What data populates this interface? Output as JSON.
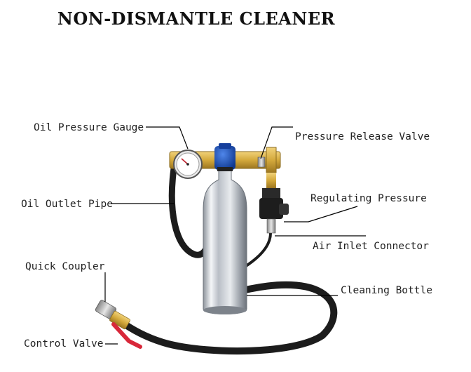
{
  "title": "NON-DISMANTLE CLEANER",
  "labels": {
    "oil_pressure_gauge": "Oil Pressure Gauge",
    "pressure_release_valve": "Pressure Release Valve",
    "regulating_pressure": "Regulating Pressure",
    "oil_outlet_pipe": "Oil Outlet Pipe",
    "air_inlet_connector": "Air Inlet Connector",
    "quick_coupler": "Quick Coupler",
    "cleaning_bottle": "Cleaning Bottle",
    "control_valve": "Control Valve"
  },
  "colors": {
    "brass": "#d4a93c",
    "cap_blue": "#1a4fb8",
    "hose": "#1c1c1c",
    "bottle": "#c9cdd3",
    "valve_red": "#d8283a"
  }
}
